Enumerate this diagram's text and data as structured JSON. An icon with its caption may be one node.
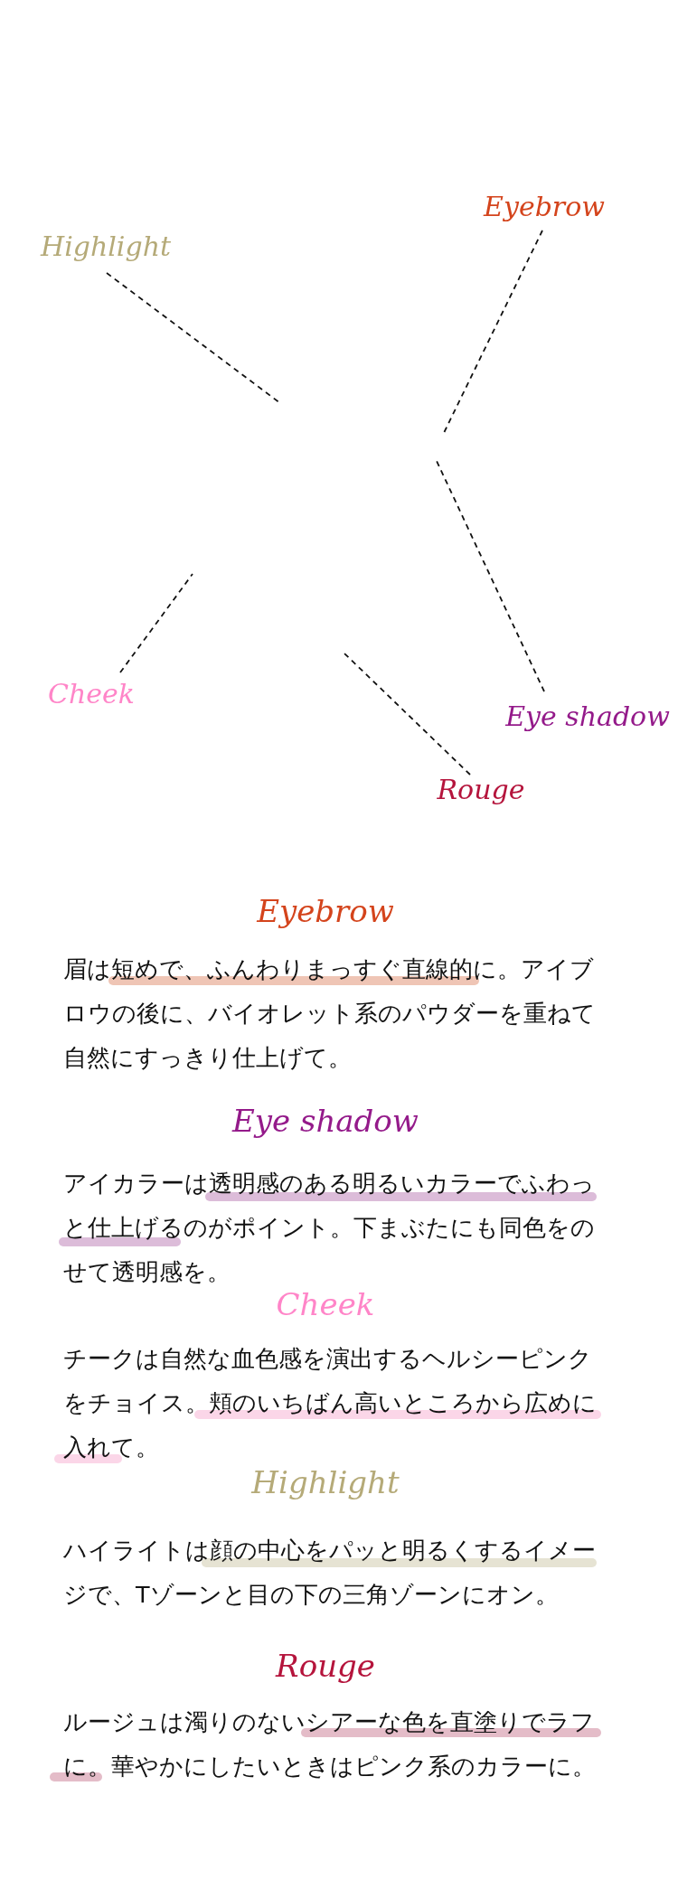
{
  "diagram": {
    "nodes": [
      {
        "text": [
          "Eyebrow"
        ]
      },
      {
        "text": [
          "Highlight"
        ]
      },
      {
        "text": [
          "Cheek"
        ]
      },
      {
        "text": [
          "Eye shadow"
        ]
      },
      {
        "text": [
          "Rouge"
        ]
      }
    ],
    "edges": [
      {
        "from": 0,
        "to": null,
        "arrow": "none",
        "style": "dashed"
      },
      {
        "from": 1,
        "to": null,
        "arrow": "none",
        "style": "dashed"
      },
      {
        "from": 2,
        "to": null,
        "arrow": "none",
        "style": "dashed"
      },
      {
        "from": 3,
        "to": null,
        "arrow": "none",
        "style": "dashed"
      },
      {
        "from": 4,
        "to": null,
        "arrow": "none",
        "style": "dashed"
      }
    ],
    "labels": [
      "Eyebrow",
      "眉は短めで、ふんわりまっすぐ直線的に。アイブロウの後に、バイオレット系のパウダーを重ねて自然にすっきり仕上げて。",
      "Eye shadow",
      "アイカラーは透明感のある明るいカラーでふわっと仕上げるのがポイント。下まぶたにも同色をのせて透明感を。",
      "Cheek",
      "チークは自然な血色感を演出するヘルシーピンクをチョイス。頬のいちばん高いところから広めに入れて。",
      "Highlight",
      "ハイライトは顔の中心をパッと明るくするイメージで、Tゾーンと目の下の三角ゾーンにオン。",
      "Rouge",
      "ルージュは濁りのないシアーな色を直塗りでラフに。華やかにしたいときはピンク系のカラーに。"
    ]
  }
}
